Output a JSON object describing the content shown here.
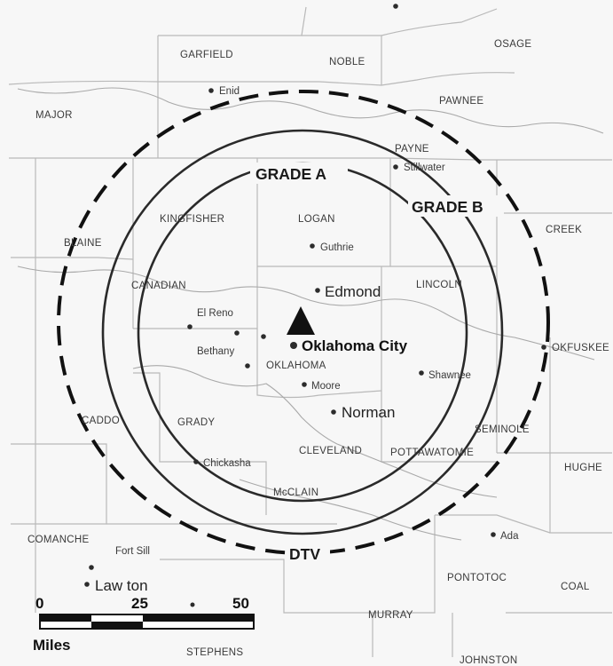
{
  "contours": {
    "grade_a": "GRADE A",
    "grade_b": "GRADE B",
    "dtv": "DTV"
  },
  "counties": {
    "garfield": "GARFIELD",
    "noble": "NOBLE",
    "osage": "OSAGE",
    "pawnee": "PAWNEE",
    "major": "MAJOR",
    "payne": "PAYNE",
    "kingfisher": "KINGFISHER",
    "logan": "LOGAN",
    "creek": "CREEK",
    "blaine": "BLAINE",
    "canadian": "CANADIAN",
    "lincoln": "LINCOLN",
    "oklahoma": "OKLAHOMA",
    "okfuskee": "OKFUSKEE",
    "caddo": "CADDO",
    "grady": "GRADY",
    "seminole": "SEMINOLE",
    "cleveland": "CLEVELAND",
    "pottawatomie": "POTTAWATOMIE",
    "hughes": "HUGHE",
    "mcclain": "McCLAIN",
    "comanche": "COMANCHE",
    "pontotoc": "PONTOTOC",
    "coal": "COAL",
    "murray": "MURRAY",
    "stephens": "STEPHENS",
    "johnston": "JOHNSTON"
  },
  "cities": {
    "enid": "Enid",
    "stillwater": "Stillwater",
    "guthrie": "Guthrie",
    "edmond": "Edmond",
    "el_reno": "El Reno",
    "bethany": "Bethany",
    "oklahoma_city": "Oklahoma City",
    "shawnee": "Shawnee",
    "moore": "Moore",
    "norman": "Norman",
    "chickasha": "Chickasha",
    "ada": "Ada",
    "fort_sill": "Fort Sill",
    "lawton": "Law ton"
  },
  "scale": {
    "tick_0": "0",
    "tick_25": "25",
    "tick_50": "50",
    "unit": "Miles"
  },
  "colors": {
    "background": "#f7f7f7",
    "county_line": "#b9b9b9",
    "contour": "#2a2a2a",
    "transmitter": "#111111"
  }
}
